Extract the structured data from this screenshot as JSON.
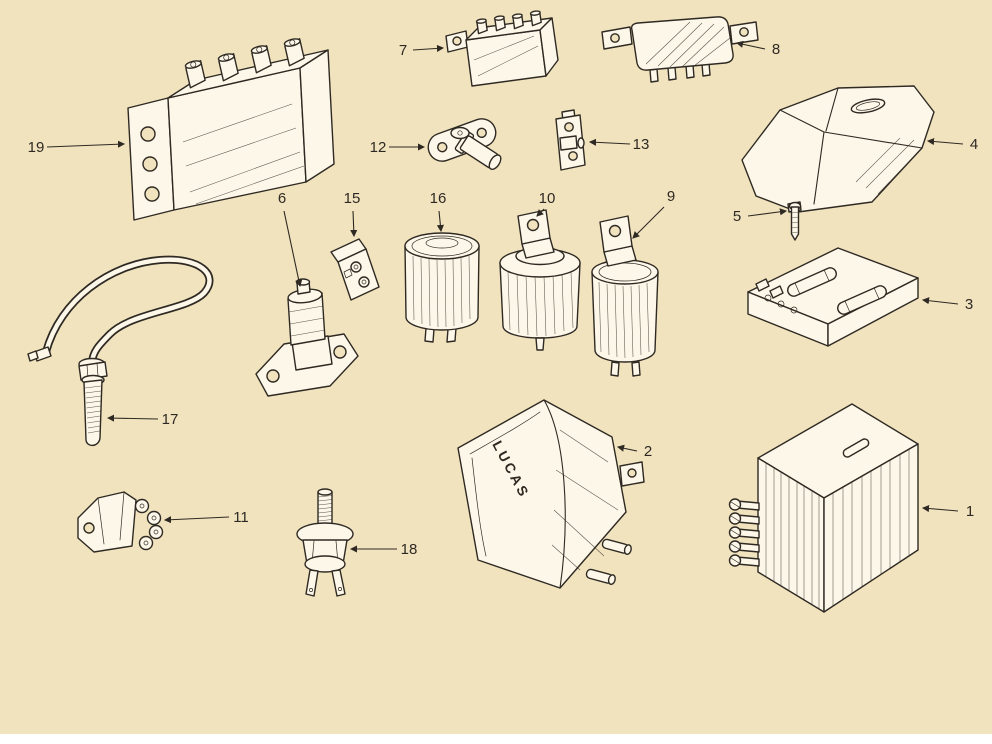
{
  "diagram": {
    "background_color": "#f2e3bf",
    "ink_color": "#2e2a23",
    "paper_fill": "#fcf7e8",
    "brand_text": "LUCAS",
    "callouts": {
      "1": "1",
      "2": "2",
      "3": "3",
      "4": "4",
      "5": "5",
      "6": "6",
      "7": "7",
      "8": "8",
      "9": "9",
      "10": "10",
      "11": "11",
      "12": "12",
      "13": "13",
      "15": "15",
      "16": "16",
      "17": "17",
      "18": "18",
      "19": "19"
    }
  }
}
